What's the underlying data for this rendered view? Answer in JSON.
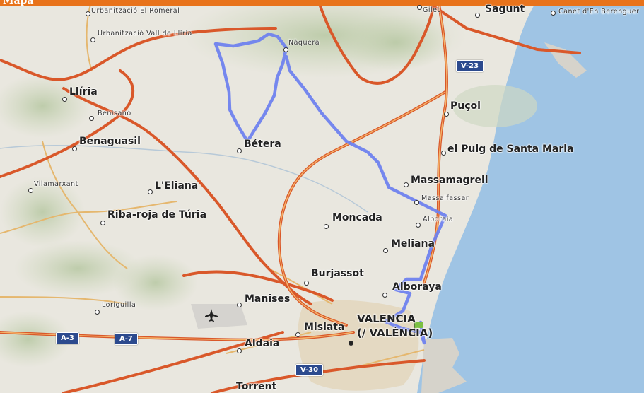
{
  "header": {
    "title": "Mapa"
  },
  "colors": {
    "sea": "#9fc4e4",
    "land": "#e9e7df",
    "motorway": "#d9582a",
    "road_fill": "#f4b36a",
    "route": "#7283ea",
    "shield": "#2c4a8e"
  },
  "places": {
    "urb_romeral": "Urbanització El Romeral",
    "urb_vall_lliria": "Urbanització Vall de Llíria",
    "naquera": "Nàquera",
    "gilet": "Gilet",
    "sagunt": "Sagunt",
    "canet": "Canet d'En Berenguer",
    "lliria": "Llíria",
    "benisano": "Benisanó",
    "benaguasil": "Benaguasil",
    "betera": "Bétera",
    "pucol": "Puçol",
    "el_puig": "el Puig de Santa Maria",
    "vilamarxant": "Vilamarxant",
    "leliana": "L'Eliana",
    "massamagrell": "Massamagrell",
    "massalfassar": "Massalfassar",
    "riba_roja": "Riba-roja de Túria",
    "moncada": "Moncada",
    "alboraia": "Alboraia",
    "meliana": "Meliana",
    "burjassot": "Burjassot",
    "alboraya": "Alboraya",
    "loriguilla": "Loriguilla",
    "manises": "Manises",
    "valencia_1": "VALENCIA",
    "valencia_2": "(/ VALÈNCIA)",
    "mislata": "Mislata",
    "aldaia": "Aldaia",
    "torrent": "Torrent"
  },
  "roads": {
    "v23": "V-23",
    "a3": "A-3",
    "a7": "A-7",
    "v30": "V-30"
  },
  "icons": {
    "airport": "airplane-icon",
    "destination": "flag-icon"
  }
}
